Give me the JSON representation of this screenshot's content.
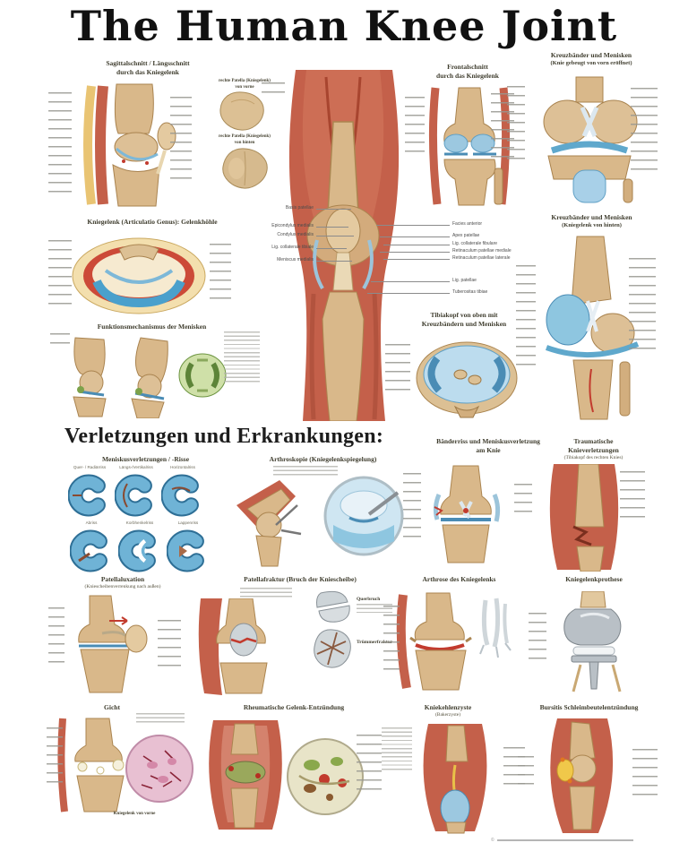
{
  "title": "The Human Knee Joint",
  "section_header": "Verletzungen und Erkrankungen:",
  "colors": {
    "bone": "#d9b88a",
    "muscle": "#c4604a",
    "cartilage": "#8ec6e0",
    "accent_blue": "#5fa8cc",
    "heading": "#3f3d2e"
  },
  "panels": {
    "sagittal": {
      "line1": "Sagittalschnitt / Längsschnitt",
      "line2": "durch das Kniegelenk"
    },
    "patella_front": {
      "line1": "rechte Patella (Kniegelenk)",
      "line2": "von vorne"
    },
    "patella_back": {
      "line1": "rechte Patella (Kniegelenk)",
      "line2": "von hinten"
    },
    "frontal": {
      "line1": "Frontalschnitt",
      "line2": "durch das Kniegelenk"
    },
    "cruciate_front": {
      "line1": "Kreuzbänder und Menisken",
      "line2": "(Knie gebeugt von vorn eröffnet)"
    },
    "articulatio": {
      "line1": "Kniegelenk (Articulatio Genus): Gelenkhöhle"
    },
    "funktion": {
      "line1": "Funktionsmechanismus der Menisken"
    },
    "cruciate_back": {
      "line1": "Kreuzbänder und Menisken",
      "line2": "(Kniegelenk von hinten)"
    },
    "tibiakopf": {
      "line1": "Tibiakopf von oben mit",
      "line2": "Kreuzbändern und Menisken"
    },
    "meniskus": {
      "title": "Meniskusverletzungen / -Risse",
      "labels": [
        "Quer- / Radiärriss",
        "Längs-/Vertikalriss",
        "Horizontalriss",
        "Abriss",
        "Korbhenkelriss",
        "Lappenriss"
      ]
    },
    "arthroskopie": {
      "line1": "Arthroskopie (Kniegelenkspiegelung)"
    },
    "baenderriss": {
      "line1": "Bänderriss und Meniskusverletzung",
      "line2": "am Knie"
    },
    "traumatisch": {
      "line1": "Traumatische",
      "line2": "Knieverletzungen",
      "line3": "(Tibiakopf des rechten Knies)"
    },
    "patellaluxation": {
      "line1": "Patellaluxation",
      "line2": "(Kniescheibenverrenkung nach außen)"
    },
    "patellafraktur": {
      "title": "Patellafraktur (Bruch der Kniescheibe)",
      "sub1": "Querbruch",
      "sub2": "Trümmerfraktur"
    },
    "arthrose": {
      "line1": "Arthrose des Kniegelenks"
    },
    "prothese": {
      "line1": "Kniegelenkprothese"
    },
    "gicht": {
      "title": "Gicht",
      "caption": "Kniegelenk von vorne"
    },
    "rheuma": {
      "line1": "Rheumatische Gelenk-Entzündung"
    },
    "zyste": {
      "line1": "Kniekehlenzyste",
      "line2": "(Bakerzyste)"
    },
    "bursitis": {
      "line1": "Bursitis Schleimbeutelentzündung"
    }
  },
  "central_labels": {
    "left": [
      "Basis patellae",
      "Epicondylus medialis",
      "Condylus medialis",
      "Lig. collaterale tibiale",
      "Meniscus medialis"
    ],
    "right": [
      "Facies anterior",
      "Apex patellae",
      "Lig. collaterale fibulare",
      "Retinaculum patellae mediale",
      "Retinaculum patellae laterale",
      "Lig. patellae",
      "Tuberositas tibiae"
    ]
  },
  "footer": {
    "copyright": "©"
  }
}
